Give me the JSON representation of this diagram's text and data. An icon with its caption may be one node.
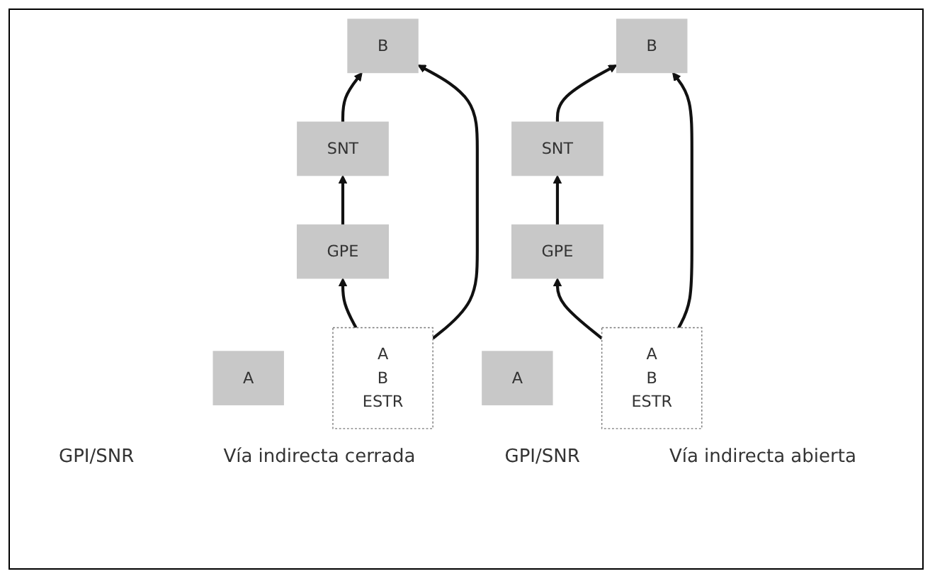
{
  "diagram": {
    "nodes": [
      {
        "text": [
          "SNT"
        ]
      },
      {
        "text": [
          "A"
        ]
      },
      {
        "text": [
          "B"
        ]
      },
      {
        "text": [
          "GPE"
        ]
      },
      {
        "text": [
          "A",
          "B",
          "ESTR"
        ]
      },
      {
        "text": [
          "SNT"
        ]
      },
      {
        "text": [
          "A"
        ]
      },
      {
        "text": [
          "B"
        ]
      },
      {
        "text": [
          "GPE"
        ]
      },
      {
        "text": [
          "A",
          "B",
          "ESTR"
        ]
      }
    ],
    "edges": [
      {
        "from": 0,
        "to": 2,
        "arrow": "to"
      },
      {
        "from": 3,
        "to": 0,
        "arrow": "to"
      },
      {
        "from": 4,
        "to": 2,
        "arrow": "to"
      },
      {
        "from": 4,
        "to": 3,
        "arrow": "to"
      },
      {
        "from": 5,
        "to": 7,
        "arrow": "to"
      },
      {
        "from": 8,
        "to": 5,
        "arrow": "to"
      },
      {
        "from": 9,
        "to": 7,
        "arrow": "to"
      },
      {
        "from": 9,
        "to": 8,
        "arrow": "to"
      }
    ],
    "labels": [
      "GPI/SNR",
      "Vía indirecta cerrada",
      "GPI/SNR",
      "Vía indirecta abierta"
    ]
  }
}
